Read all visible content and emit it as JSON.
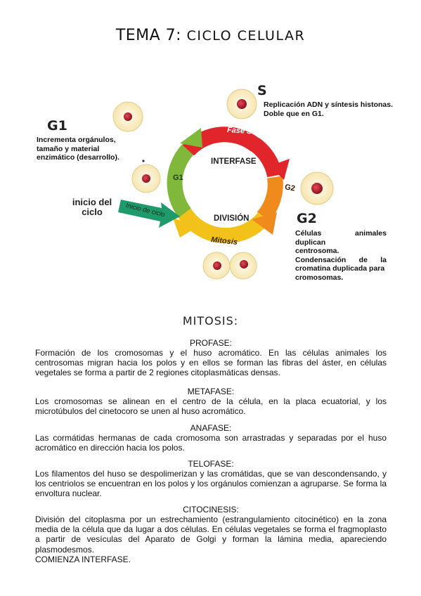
{
  "title": {
    "main": "TEMA 7:",
    "sub": "CICLO CELULAR"
  },
  "diagram": {
    "center_top": "INTERFASE",
    "center_bottom": "DIVISIÓN",
    "arc_fase_s": "Fase S",
    "arc_g1": "G1",
    "arc_g2": "G2",
    "arc_mitosis": "Mitosis",
    "arrow_inicio": "Inicio de ciclo",
    "start_label_line1": "inicio del",
    "start_label_line2": "ciclo",
    "g1": {
      "letter": "G1",
      "lines": [
        "Incrementa orgánulos,",
        "tamaño y material",
        "enzimático (desarrollo)."
      ]
    },
    "s": {
      "letter": "S",
      "lines": [
        "Replicación ADN y síntesis histonas.",
        "Doble que en G1."
      ]
    },
    "g2": {
      "letter": "G2",
      "lines": [
        "Células animales duplican",
        "centrosoma.",
        "Condensación de la",
        "cromatina duplicada para",
        "cromosomas."
      ]
    }
  },
  "mitosis": {
    "heading": "MITOSIS:",
    "phases": [
      {
        "name": "PROFASE:",
        "text": "Formación de los cromosomas y el huso acromático. En las células animales los centrosomas migran hacia los polos y en ellos se forman las fibras del áster, en células vegetales se forma a partir de 2 regiones citoplasmáticas densas."
      },
      {
        "name": "METAFASE:",
        "text": "Los cromosomas se alinean en el centro de la célula, en la placa ecuatorial, y los microtúbulos del cinetocoro se unen al huso acromático."
      },
      {
        "name": "ANAFASE:",
        "text": "Las cormátidas hermanas de cada cromosoma son arrastradas y separadas por el huso acromático en dirección hacia los polos."
      },
      {
        "name": "TELOFASE:",
        "text": "Los filamentos del huso se despolimerizan y las cromátidas, que se van descondensando, y los centriolos se encuentran en los polos y los orgánulos comienzan a agruparse. Se forma la envoltura nuclear."
      },
      {
        "name": "CITOCINESIS:",
        "text": "División del citoplasma por un estrechamiento (estrangulamiento citocinético) en la zona media de la célula que da lugar a dos células. En células vegetales se forma el fragmoplasto a partir de vesículas del Aparato de Golgi y forman la lámina media, apareciendo plasmodesmos.",
        "extra": "COMIENZA INTERFASE."
      }
    ]
  },
  "colors": {
    "arc_red": "#e0262b",
    "arc_orange": "#ef8a1c",
    "arc_yellow": "#f3c21a",
    "arc_green": "#7fb83a",
    "arrow_teal": "#1f9a6a",
    "cell_fill": "#fbeec2",
    "nucleus": "#b8182a"
  }
}
